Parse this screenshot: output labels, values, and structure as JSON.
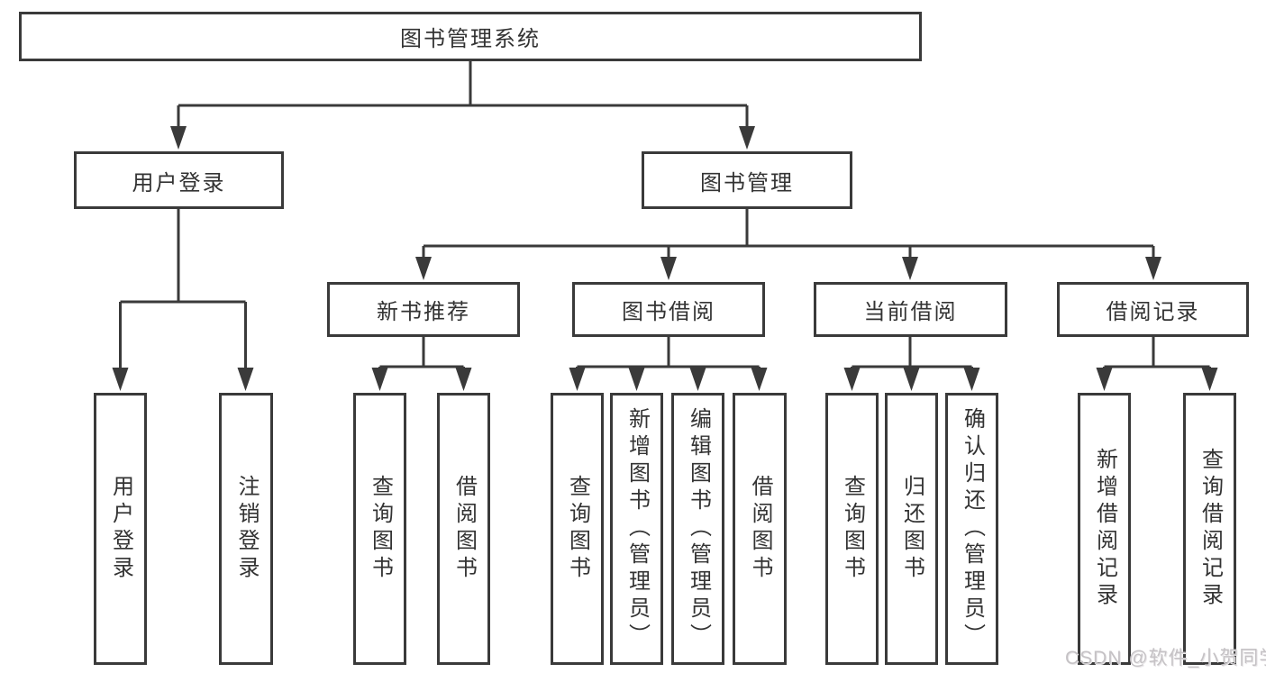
{
  "diagram_title": "图书管理系统",
  "tree": {
    "label": "图书管理系统",
    "children": [
      {
        "label": "用户登录",
        "children": [
          {
            "label": "用户登录"
          },
          {
            "label": "注销登录"
          }
        ]
      },
      {
        "label": "图书管理",
        "children": [
          {
            "label": "新书推荐",
            "children": [
              {
                "label": "查询图书"
              },
              {
                "label": "借阅图书"
              }
            ]
          },
          {
            "label": "图书借阅",
            "children": [
              {
                "label": "查询图书"
              },
              {
                "label": "新增图书（管理员）"
              },
              {
                "label": "编辑图书（管理员）"
              },
              {
                "label": "借阅图书"
              }
            ]
          },
          {
            "label": "当前借阅",
            "children": [
              {
                "label": "查询图书"
              },
              {
                "label": "归还图书"
              },
              {
                "label": "确认归还（管理员）"
              }
            ]
          },
          {
            "label": "借阅记录",
            "children": [
              {
                "label": "新增借阅记录"
              },
              {
                "label": "查询借阅记录"
              }
            ]
          }
        ]
      }
    ]
  },
  "watermark": "CSDN @软件_小贺同学",
  "colors": {
    "line": "#3a3a3a",
    "text": "#333333",
    "background": "#ffffff",
    "watermark": "#c5c2c5"
  }
}
